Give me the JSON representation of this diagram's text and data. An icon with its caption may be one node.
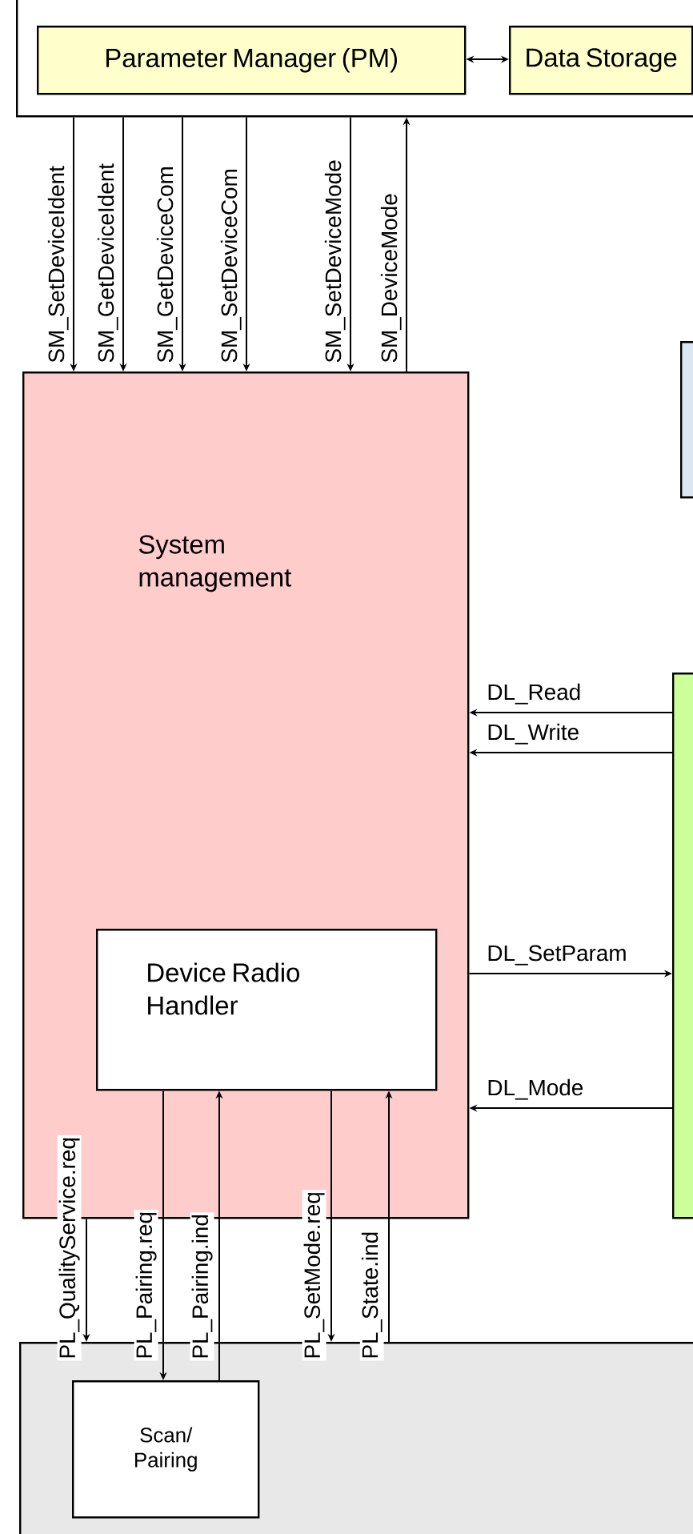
{
  "diagram": {
    "nodes": [
      {
        "text": [],
        "shape": "box"
      },
      {
        "text": [
          "Parameter Manager (PM)"
        ],
        "in": 0
      },
      {
        "text": [
          "Data Storage"
        ],
        "in": 0
      },
      {
        "text": [],
        "shape": "box"
      },
      {
        "text": [
          "System management"
        ]
      },
      {
        "text": [
          "Device Radio Handler"
        ],
        "in": 4
      },
      {
        "text": [],
        "shape": "box"
      },
      {
        "text": [],
        "shape": "box"
      },
      {
        "text": [
          "Scan/ Pairing"
        ],
        "in": 7
      }
    ],
    "edges": [
      {
        "from": 1,
        "to": 2,
        "arrow": "both"
      },
      {
        "from": 0,
        "to": 4,
        "arrow": "to",
        "label": "SM_SetDeviceIdent"
      },
      {
        "from": 0,
        "to": 4,
        "arrow": "to",
        "label": "SM_GetDeviceIdent"
      },
      {
        "from": 0,
        "to": 4,
        "arrow": "to",
        "label": "SM_GetDeviceCom"
      },
      {
        "from": 0,
        "to": 4,
        "arrow": "to",
        "label": "SM_SetDeviceCom"
      },
      {
        "from": 0,
        "to": 4,
        "arrow": "to",
        "label": "SM_SetDeviceMode"
      },
      {
        "from": 4,
        "to": 0,
        "arrow": "to",
        "label": "SM_DeviceMode"
      },
      {
        "from": 6,
        "to": 4,
        "arrow": "to",
        "label": "DL_Read"
      },
      {
        "from": 6,
        "to": 4,
        "arrow": "to",
        "label": "DL_Write"
      },
      {
        "from": 4,
        "to": 6,
        "arrow": "to",
        "label": "DL_SetParam"
      },
      {
        "from": 6,
        "to": 4,
        "arrow": "to",
        "label": "DL_Mode"
      },
      {
        "from": 4,
        "to": 7,
        "arrow": "to",
        "label": "PL_QualityService.req"
      },
      {
        "from": 5,
        "to": 8,
        "arrow": "to",
        "label": "PL_Pairing.req"
      },
      {
        "from": 8,
        "to": 5,
        "arrow": "to",
        "label": "PL_Pairing.ind"
      },
      {
        "from": 5,
        "to": 7,
        "arrow": "to",
        "label": "PL_SetMode.req"
      },
      {
        "from": 7,
        "to": 5,
        "arrow": "to",
        "label": "PL_State.ind"
      }
    ]
  }
}
